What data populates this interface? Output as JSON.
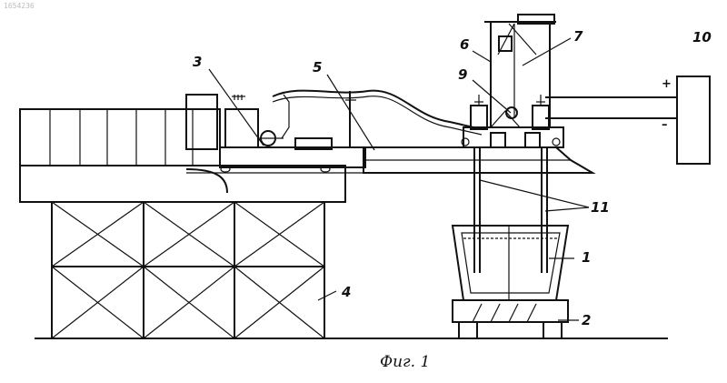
{
  "scan_id": "1654236",
  "caption": "Фиг. 1",
  "labels": {
    "n1": "1",
    "n2": "2",
    "n3": "3",
    "n4": "4",
    "n5": "5",
    "n6": "6",
    "n7": "7",
    "n9": "9",
    "n10": "10",
    "n11": "11",
    "plus": "+",
    "minus": "–"
  }
}
